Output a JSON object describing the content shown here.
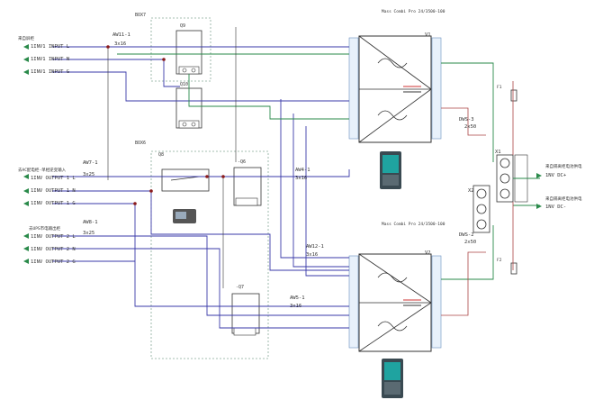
{
  "notes": {
    "n1": "来自屏柜",
    "n2": "去AC配电柜-单相逆变输入",
    "n3": "去UPS市电输出柜",
    "n4": "来自隔离柜电池供电",
    "n5": "来自隔离柜电池供电"
  },
  "labels": {
    "inv1_l": "1INV1 INPUT L",
    "inv1_n": "1INV1 INPUT N",
    "inv1_g": "1INV1 INPUT G",
    "out1_l": "1INV OUTPUT 1 L",
    "out1_n": "1INV OUTPUT 1 N",
    "out1_g": "1INV OUTPUT 1 G",
    "out2_l": "1INV OUTPUT 2 L",
    "out2_n": "1INV OUTPUT 2 N",
    "out2_g": "1INV OUTPUT 2 G",
    "aw11": "AW11-1",
    "aw11_size": "3x16",
    "aw7": "AW7-1",
    "aw7_size": "3x25",
    "aw8": "AW8-1",
    "aw8_size": "3x25",
    "aw4": "AW4-1",
    "aw4_size": "3x16",
    "aw12": "AW12-1",
    "aw12_size": "3x16",
    "aw5": "AW5-1",
    "aw5_size": "3x16",
    "box_top": "BOX7",
    "box_mid": "BOX6",
    "q9": "Q9",
    "q10": "Q10",
    "q8": "Q8",
    "q6": "-Q6",
    "q7": "-Q7",
    "dws3": "DWS-3",
    "dws3_size": "2x50",
    "dws2": "DWS-2",
    "dws2_size": "2x50",
    "x1": "X1",
    "x2": "X2",
    "f1": "F1",
    "f2": "F2",
    "dc_plus": "1NV DC+",
    "dc_minus": "1NV DC-"
  },
  "inverters": {
    "v1": "V1",
    "v1_model": "Mass Combi Pro 24/3500-100",
    "v2": "V2",
    "v2_model": "Mass Combi Pro 24/3500-100"
  }
}
